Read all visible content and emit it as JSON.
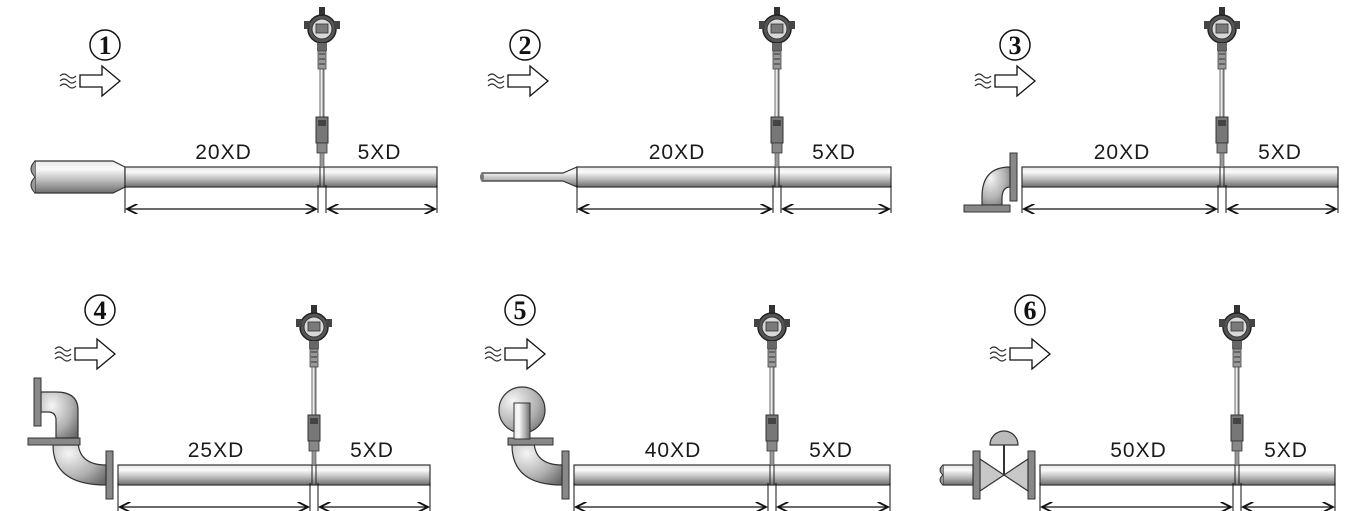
{
  "panels": [
    {
      "number": "1",
      "upstream_label": "20XD",
      "downstream_label": "5XD",
      "upstream_fitting": "reducer"
    },
    {
      "number": "2",
      "upstream_label": "20XD",
      "downstream_label": "5XD",
      "upstream_fitting": "expander"
    },
    {
      "number": "3",
      "upstream_label": "20XD",
      "downstream_label": "5XD",
      "upstream_fitting": "single-elbow"
    },
    {
      "number": "4",
      "upstream_label": "25XD",
      "downstream_label": "5XD",
      "upstream_fitting": "double-elbow-same-plane"
    },
    {
      "number": "5",
      "upstream_label": "40XD",
      "downstream_label": "5XD",
      "upstream_fitting": "double-elbow-out-of-plane"
    },
    {
      "number": "6",
      "upstream_label": "50XD",
      "downstream_label": "5XD",
      "upstream_fitting": "valve"
    }
  ],
  "colors": {
    "pipe_light": "#f2f2f2",
    "pipe_mid": "#b5b5b5",
    "pipe_dark": "#6a6a6a",
    "ink": "#111111"
  }
}
